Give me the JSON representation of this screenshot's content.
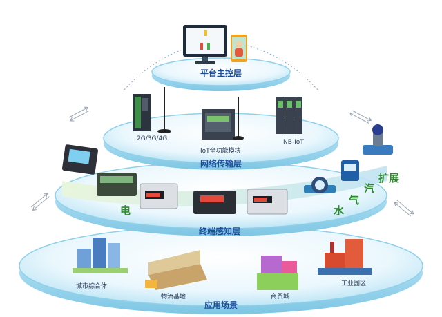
{
  "layers": {
    "platform": {
      "title": "平台主控层"
    },
    "network": {
      "title": "网络传输层",
      "devices": [
        "2G/3G/4G",
        "IoT全功能模块",
        "NB-IoT"
      ]
    },
    "terminal": {
      "title": "终端感知层",
      "power_label": "电",
      "extensions": [
        "水",
        "气",
        "汽",
        "扩展"
      ]
    },
    "application": {
      "title": "应用场景",
      "scenes": [
        "城市综合体",
        "物流基地",
        "商贸城",
        "工业园区"
      ]
    }
  },
  "colors": {
    "layer_text": "#1f4f9a",
    "ring_top": "#d6f0fb",
    "ring_edge": "#8fd0ea",
    "accent_green": "#2d8a2d"
  }
}
